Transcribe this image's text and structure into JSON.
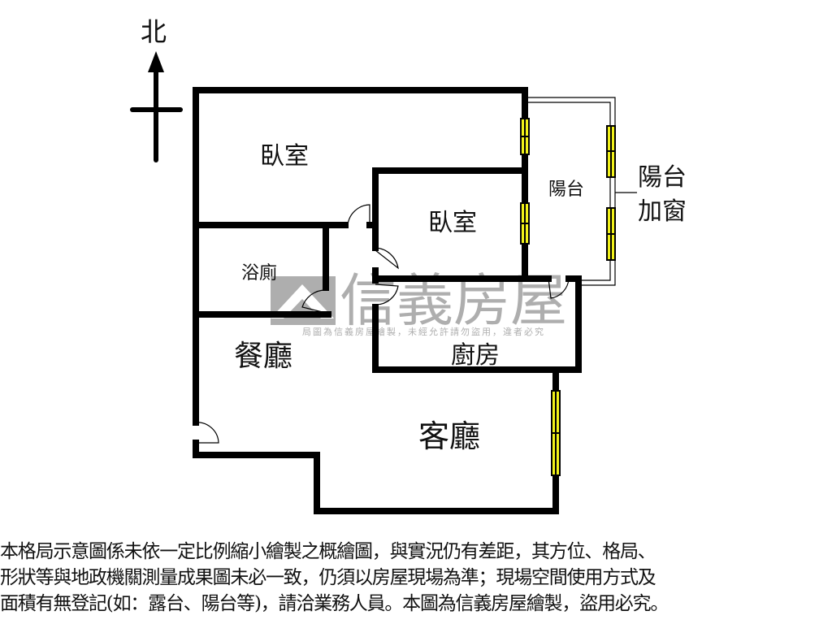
{
  "compass": {
    "north_label": "北"
  },
  "rooms": {
    "bedroom_1": "臥室",
    "bedroom_2": "臥室",
    "balcony": "陽台",
    "bathroom": "浴廁",
    "kitchen": "廚房",
    "dining": "餐廳",
    "living": "客廳"
  },
  "callout": {
    "line1": "陽台",
    "line2": "加窗"
  },
  "watermark": {
    "brand": "信義房屋",
    "small_text": "局圖為信義房屋繪製，未經允許請勿盜用，違者必究",
    "color": "#a6a6a6"
  },
  "colors": {
    "wall": "#000000",
    "window": "#f2f21a"
  },
  "disclaimer": [
    "本格局示意圖係未依一定比例縮小繪製之概繪圖，與實況仍有差距，其方位、格局、",
    "形狀等與地政機關測量成果圖未必一致，仍須以房屋現場為準；現場空間使用方式及",
    "面積有無登記(如：露台、陽台等)，請洽業務人員。本圖為信義房屋繪製，盜用必究。"
  ]
}
